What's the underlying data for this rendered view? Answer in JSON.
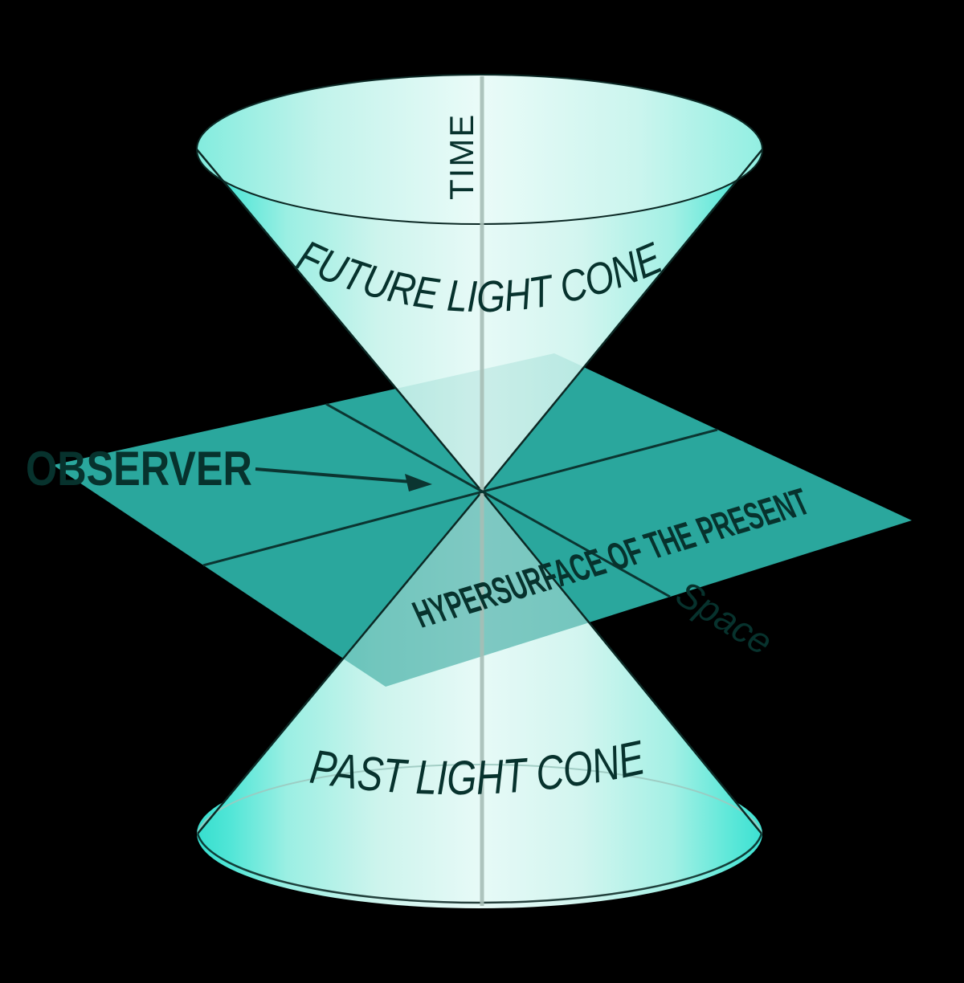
{
  "labels": {
    "time": "TIME",
    "future_cone": "FUTURE LIGHT CONE",
    "observer": "OBSERVER",
    "hypersurface": "HYPERSURFACE  OF  THE  PRESENT",
    "space": "Space",
    "past_cone": "PAST LIGHT CONE"
  },
  "colors": {
    "background": "#000000",
    "plane": "#2AA79D",
    "plane_front_tint": "#1E9C92",
    "cone_bright": "#3BE1D2",
    "cone_pale": "#E7FAF7",
    "outline_dark": "#0B2824",
    "axis_line_dark": "#0B3531",
    "text_dark": "#07322D",
    "time_axis_line": "#A6BEB6",
    "back_arc_light": "#9CC9C0"
  }
}
